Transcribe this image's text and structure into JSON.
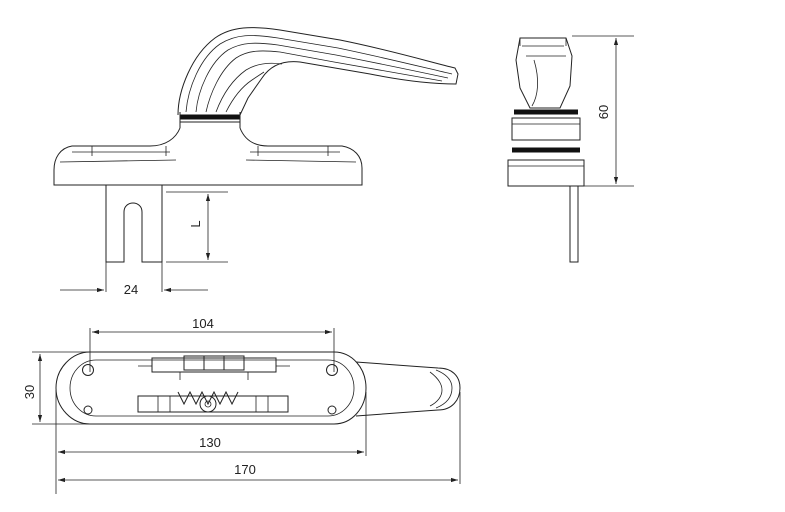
{
  "dimensions": {
    "d24": "24",
    "dL": "L",
    "d60": "60",
    "d104": "104",
    "d30": "30",
    "d130": "130",
    "d170": "170"
  }
}
